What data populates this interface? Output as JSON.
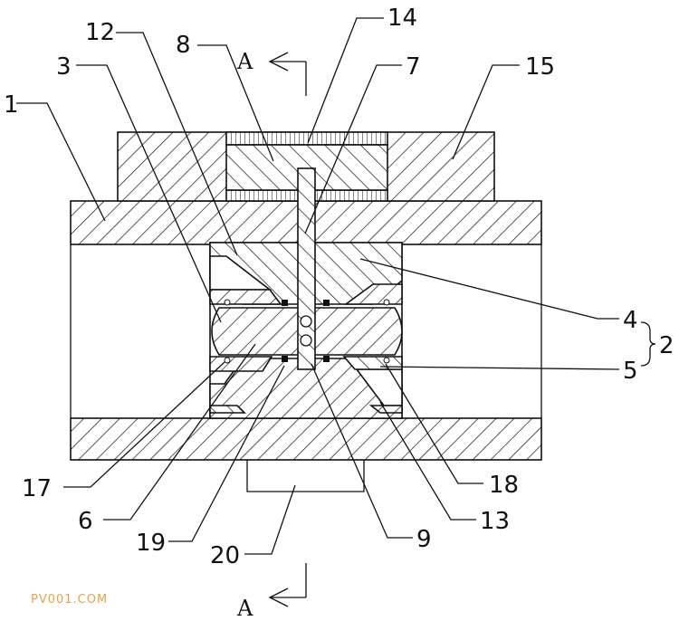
{
  "labels": {
    "l1": "1",
    "l2": "2",
    "l3": "3",
    "l4": "4",
    "l5": "5",
    "l6": "6",
    "l7": "7",
    "l8": "8",
    "l9": "9",
    "l12": "12",
    "l13": "13",
    "l14": "14",
    "l15": "15",
    "l17": "17",
    "l18": "18",
    "l19": "19",
    "l20": "20"
  },
  "section": {
    "top": "A",
    "bottom": "A"
  },
  "watermark": "PV001.COM"
}
